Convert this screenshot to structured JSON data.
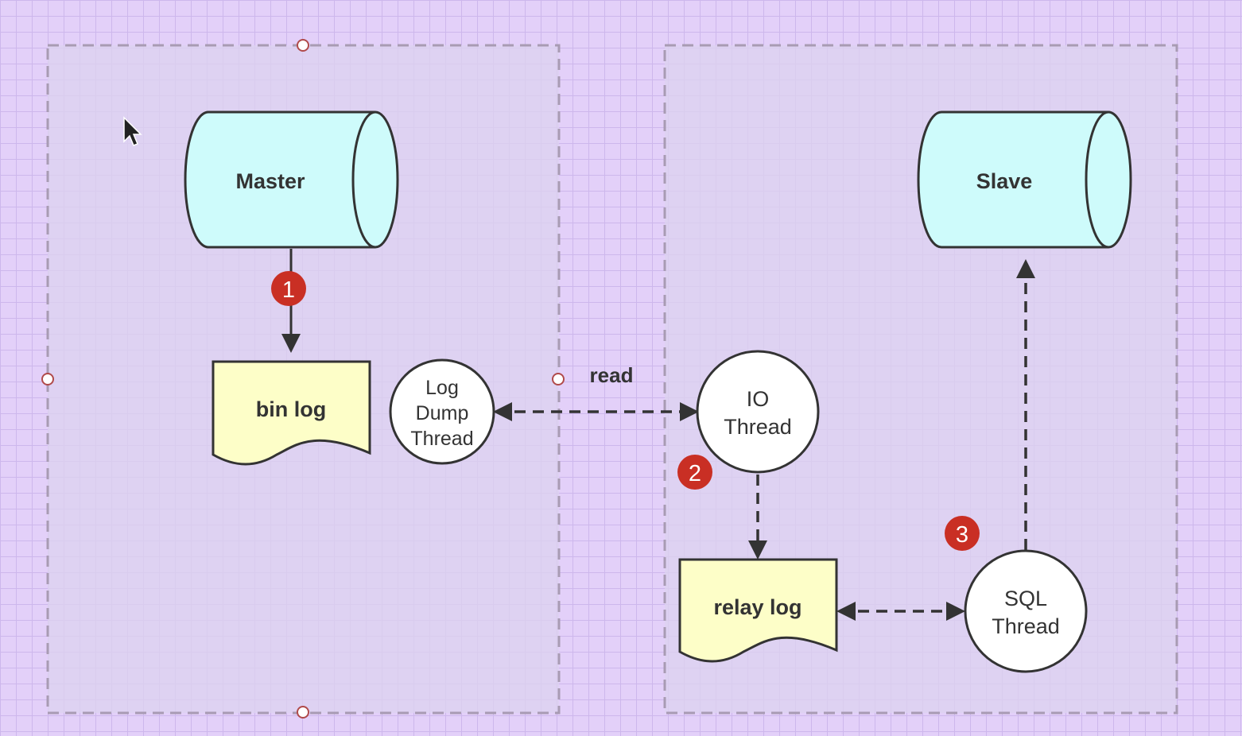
{
  "diagram": {
    "master": {
      "label": "Master"
    },
    "slave": {
      "label": "Slave"
    },
    "bin_log": {
      "label": "bin log"
    },
    "relay_log": {
      "label": "relay log"
    },
    "log_dump_thread": {
      "lines": [
        "Log",
        "Dump",
        "Thread"
      ]
    },
    "io_thread": {
      "lines": [
        "IO",
        "Thread"
      ]
    },
    "sql_thread": {
      "lines": [
        "SQL",
        "Thread"
      ]
    },
    "edge_read_label": "read",
    "steps": [
      "1",
      "2",
      "3"
    ]
  },
  "colors": {
    "canvas_bg": "#e3d0f9",
    "group_fill": "#dcd3ef",
    "database_fill": "#cefbfb",
    "document_fill": "#fdfec8",
    "thread_fill": "#ffffff",
    "badge_fill": "#c92f24",
    "stroke": "#333333"
  }
}
